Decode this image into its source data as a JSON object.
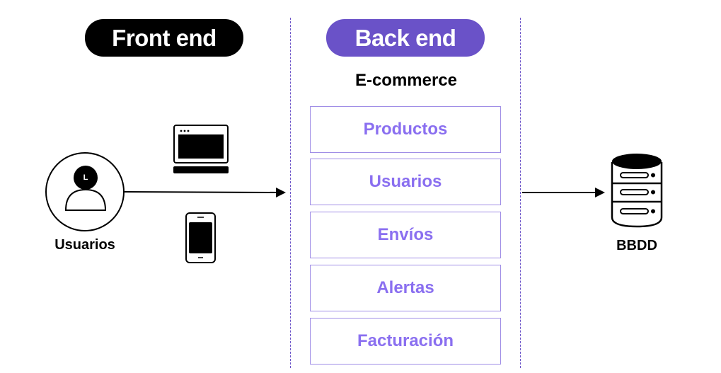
{
  "front_label": "Front end",
  "back_label": "Back end",
  "backend_title": "E-commerce",
  "modules": [
    {
      "label": "Productos"
    },
    {
      "label": "Usuarios"
    },
    {
      "label": "Envíos"
    },
    {
      "label": "Alertas"
    },
    {
      "label": "Facturación"
    }
  ],
  "user_label": "Usuarios",
  "user_avatar_letter": "L",
  "db_label": "BBDD",
  "colors": {
    "accent": "#6a52c8",
    "module_text": "#8a6ff0",
    "module_border": "#a08ee6",
    "front_pill": "#000000"
  }
}
